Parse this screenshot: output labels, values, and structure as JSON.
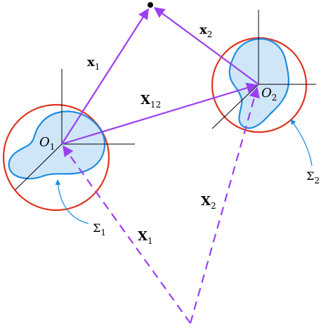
{
  "colors": {
    "vector": "#9b3ff0",
    "circle": "#e0331f",
    "body_stroke": "#1d8ee0",
    "body_fill": "#cfe6f8",
    "axes": "#000000"
  },
  "labels": {
    "x1": {
      "main": "x",
      "sub": "1"
    },
    "x2": {
      "main": "x",
      "sub": "2"
    },
    "X12": {
      "main": "X",
      "sub": "12"
    },
    "X1": {
      "main": "X",
      "sub": "1"
    },
    "X2": {
      "main": "X",
      "sub": "2"
    },
    "O1": {
      "main": "O",
      "sub": "1"
    },
    "O2": {
      "main": "O",
      "sub": "2"
    },
    "Sigma1": {
      "main": "Σ",
      "sub": "1"
    },
    "Sigma2": {
      "main": "Σ",
      "sub": "2"
    }
  }
}
